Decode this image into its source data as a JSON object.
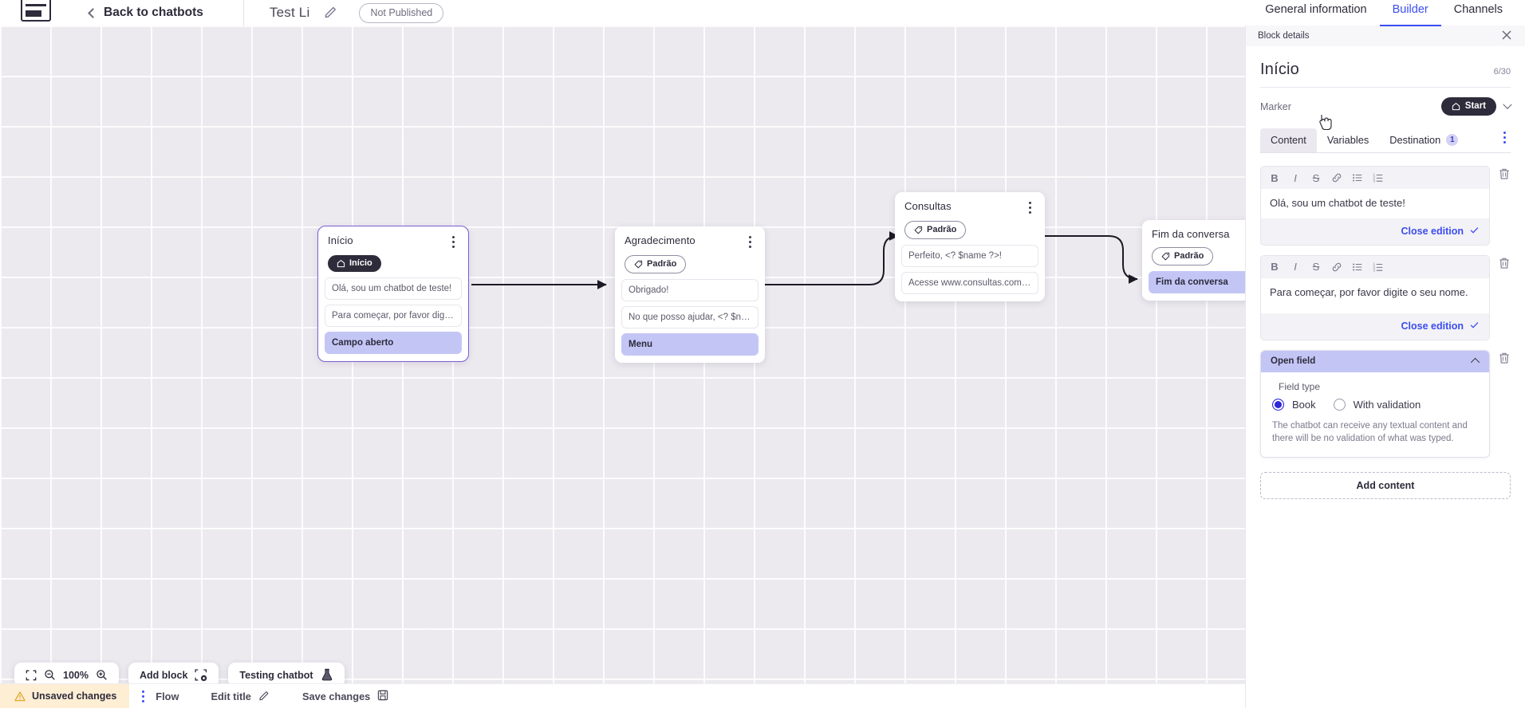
{
  "topbar": {
    "logo_icon": "app-logo-icon",
    "back_label": "Back to chatbots",
    "back_icon": "chevron-left-icon",
    "bot_title": "Test Li",
    "edit_icon": "pencil-icon",
    "publish_status": "Not Published",
    "nav": [
      {
        "label": "General information",
        "active": false
      },
      {
        "label": "Builder",
        "active": true
      },
      {
        "label": "Channels",
        "active": false
      }
    ]
  },
  "canvas": {
    "zoom_level": "100%",
    "fit_icon": "fit-screen-icon",
    "zoom_out_icon": "zoom-out-icon",
    "zoom_in_icon": "zoom-in-icon",
    "add_block_label": "Add block",
    "add_block_icon": "add-block-icon",
    "testing_label": "Testing chatbot",
    "testing_icon": "flask-icon",
    "blocks": [
      {
        "id": "inicio",
        "title": "Início",
        "tag": "Início",
        "tag_style": "dark",
        "tag_icon": "home-icon",
        "selected": true,
        "rows": [
          {
            "text": "Olá, sou um chatbot de teste!",
            "highlight": false
          },
          {
            "text": "Para começar, por favor digite o ...",
            "highlight": false
          },
          {
            "text": "Campo aberto",
            "highlight": true
          }
        ]
      },
      {
        "id": "agradecimento",
        "title": "Agradecimento",
        "tag": "Padrão",
        "tag_style": "light",
        "tag_icon": "tag-icon",
        "selected": false,
        "rows": [
          {
            "text": "Obrigado!",
            "highlight": false
          },
          {
            "text": "No que posso ajudar, <? $name ...",
            "highlight": false
          },
          {
            "text": "Menu",
            "highlight": true
          }
        ]
      },
      {
        "id": "consultas",
        "title": "Consultas",
        "tag": "Padrão",
        "tag_style": "light",
        "tag_icon": "tag-icon",
        "selected": false,
        "rows": [
          {
            "text": "Perfeito, <? $name ?>!",
            "highlight": false
          },
          {
            "text": "Acesse www.consultas.com par...",
            "highlight": false
          }
        ]
      },
      {
        "id": "fim-da-conversa",
        "title": "Fim da conversa",
        "tag": "Padrão",
        "tag_style": "light",
        "tag_icon": "tag-icon",
        "selected": false,
        "rows": [
          {
            "text": "Fim da conversa",
            "highlight": true
          }
        ]
      }
    ]
  },
  "statusbar": {
    "unsaved_label": "Unsaved changes",
    "warning_icon": "warning-triangle-icon",
    "kebab_icon": "kebab-menu-icon",
    "flow_label": "Flow",
    "edit_title_label": "Edit title",
    "edit_title_icon": "pencil-icon",
    "save_label": "Save changes",
    "save_icon": "save-disk-icon"
  },
  "panel": {
    "header_label": "Block details",
    "close_icon": "close-icon",
    "title": "Início",
    "char_count": "6/30",
    "marker_label": "Marker",
    "marker_value": "Start",
    "marker_icon": "home-icon",
    "marker_chevron": "chevron-down-icon",
    "tabs": [
      {
        "label": "Content",
        "active": true,
        "badge": null
      },
      {
        "label": "Variables",
        "active": false,
        "badge": null
      },
      {
        "label": "Destination",
        "active": false,
        "badge": "1"
      }
    ],
    "tabs_kebab_icon": "kebab-menu-icon",
    "editor_toolbar": [
      {
        "icon": "bold-icon",
        "glyph": "B"
      },
      {
        "icon": "italic-icon",
        "glyph": "I"
      },
      {
        "icon": "strikethrough-icon",
        "glyph": "S"
      },
      {
        "icon": "link-icon",
        "glyph": "link"
      },
      {
        "icon": "bullet-list-icon",
        "glyph": "ul"
      },
      {
        "icon": "numbered-list-icon",
        "glyph": "ol"
      }
    ],
    "editors": [
      {
        "text": "Olá, sou um chatbot de teste!",
        "close_label": "Close edition",
        "check_icon": "check-icon",
        "delete_icon": "trash-icon"
      },
      {
        "text": "Para começar, por favor digite o seu nome.",
        "close_label": "Close edition",
        "check_icon": "check-icon",
        "delete_icon": "trash-icon"
      }
    ],
    "open_field": {
      "header": "Open field",
      "collapse_icon": "chevron-up-icon",
      "delete_icon": "trash-icon",
      "field_type_label": "Field type",
      "options": [
        {
          "label": "Book",
          "selected": true
        },
        {
          "label": "With validation",
          "selected": false
        }
      ],
      "description": "The chatbot can receive any textual content and there will be no validation of what was typed."
    },
    "add_content_label": "Add content"
  },
  "colors": {
    "accent_blue": "#3c4df0",
    "dark": "#2e2b3b",
    "highlight": "#c3c6f5",
    "warning_bg": "#fdeed4",
    "canvas_bg": "#eceaef"
  }
}
